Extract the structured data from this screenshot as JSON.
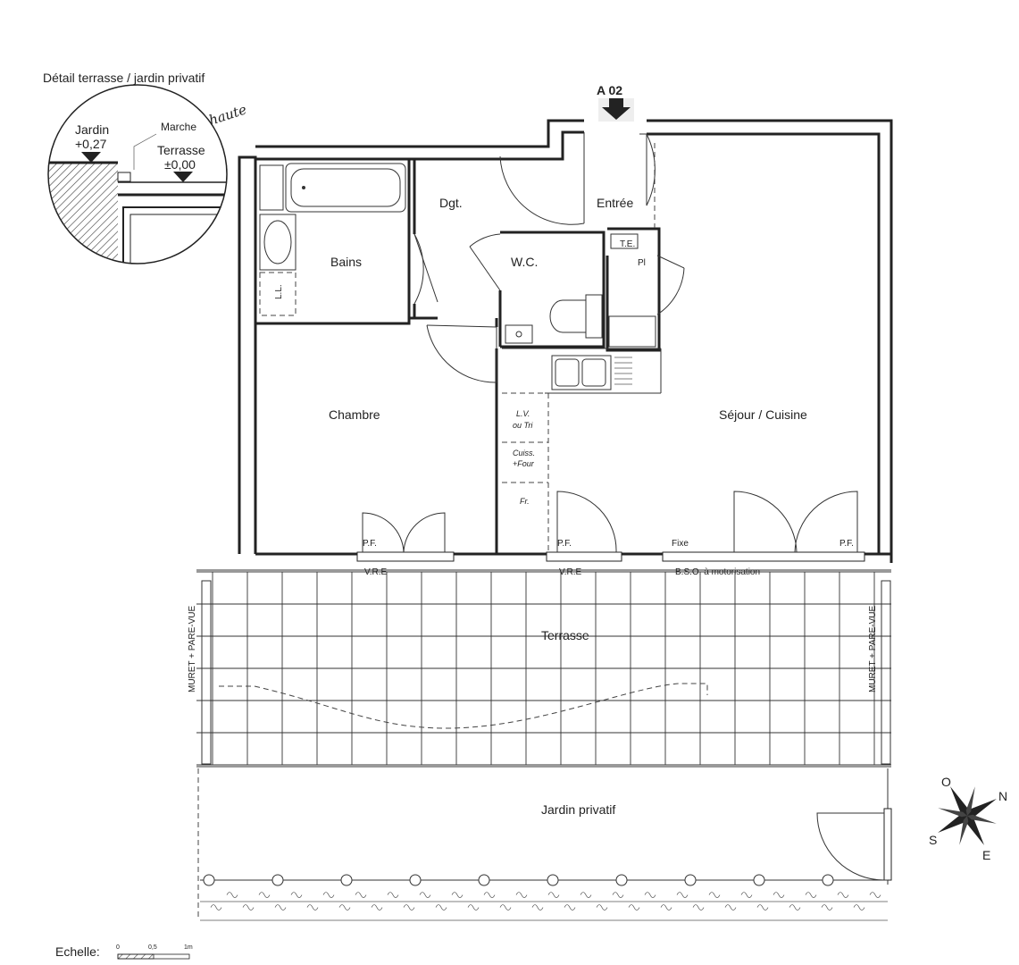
{
  "detail": {
    "title": "Détail terrasse / jardin privatif",
    "jardin_label": "Jardin",
    "jardin_level": "+0,27",
    "marche_label": "Marche",
    "terrasse_label": "Terrasse",
    "terrasse_level": "±0,00",
    "signature": "haute"
  },
  "lot": {
    "code": "A 02"
  },
  "rooms": {
    "dgt": "Dgt.",
    "entree": "Entrée",
    "bains": "Bains",
    "wc": "W.C.",
    "chambre": "Chambre",
    "sejour": "Séjour / Cuisine",
    "terrasse": "Terrasse",
    "jardin": "Jardin privatif"
  },
  "fixtures": {
    "ll": "L.L.",
    "te": "T.E.",
    "pl": "Pl",
    "lv_line1": "L.V.",
    "lv_line2": "ou Tri",
    "cuiss_line1": "Cuiss.",
    "cuiss_line2": "+Four",
    "fr": "Fr."
  },
  "openings": {
    "pf": "P.F.",
    "fixe": "Fixe",
    "vre": "V.R.E",
    "bso": "B.S.O. à motorisation",
    "muret": "MURET + PARE-VUE"
  },
  "compass": {
    "o": "O",
    "n": "N",
    "s": "S",
    "e": "E"
  },
  "scale": {
    "label": "Echelle:",
    "t0": "0",
    "t1": "0,5",
    "t2": "1m"
  }
}
